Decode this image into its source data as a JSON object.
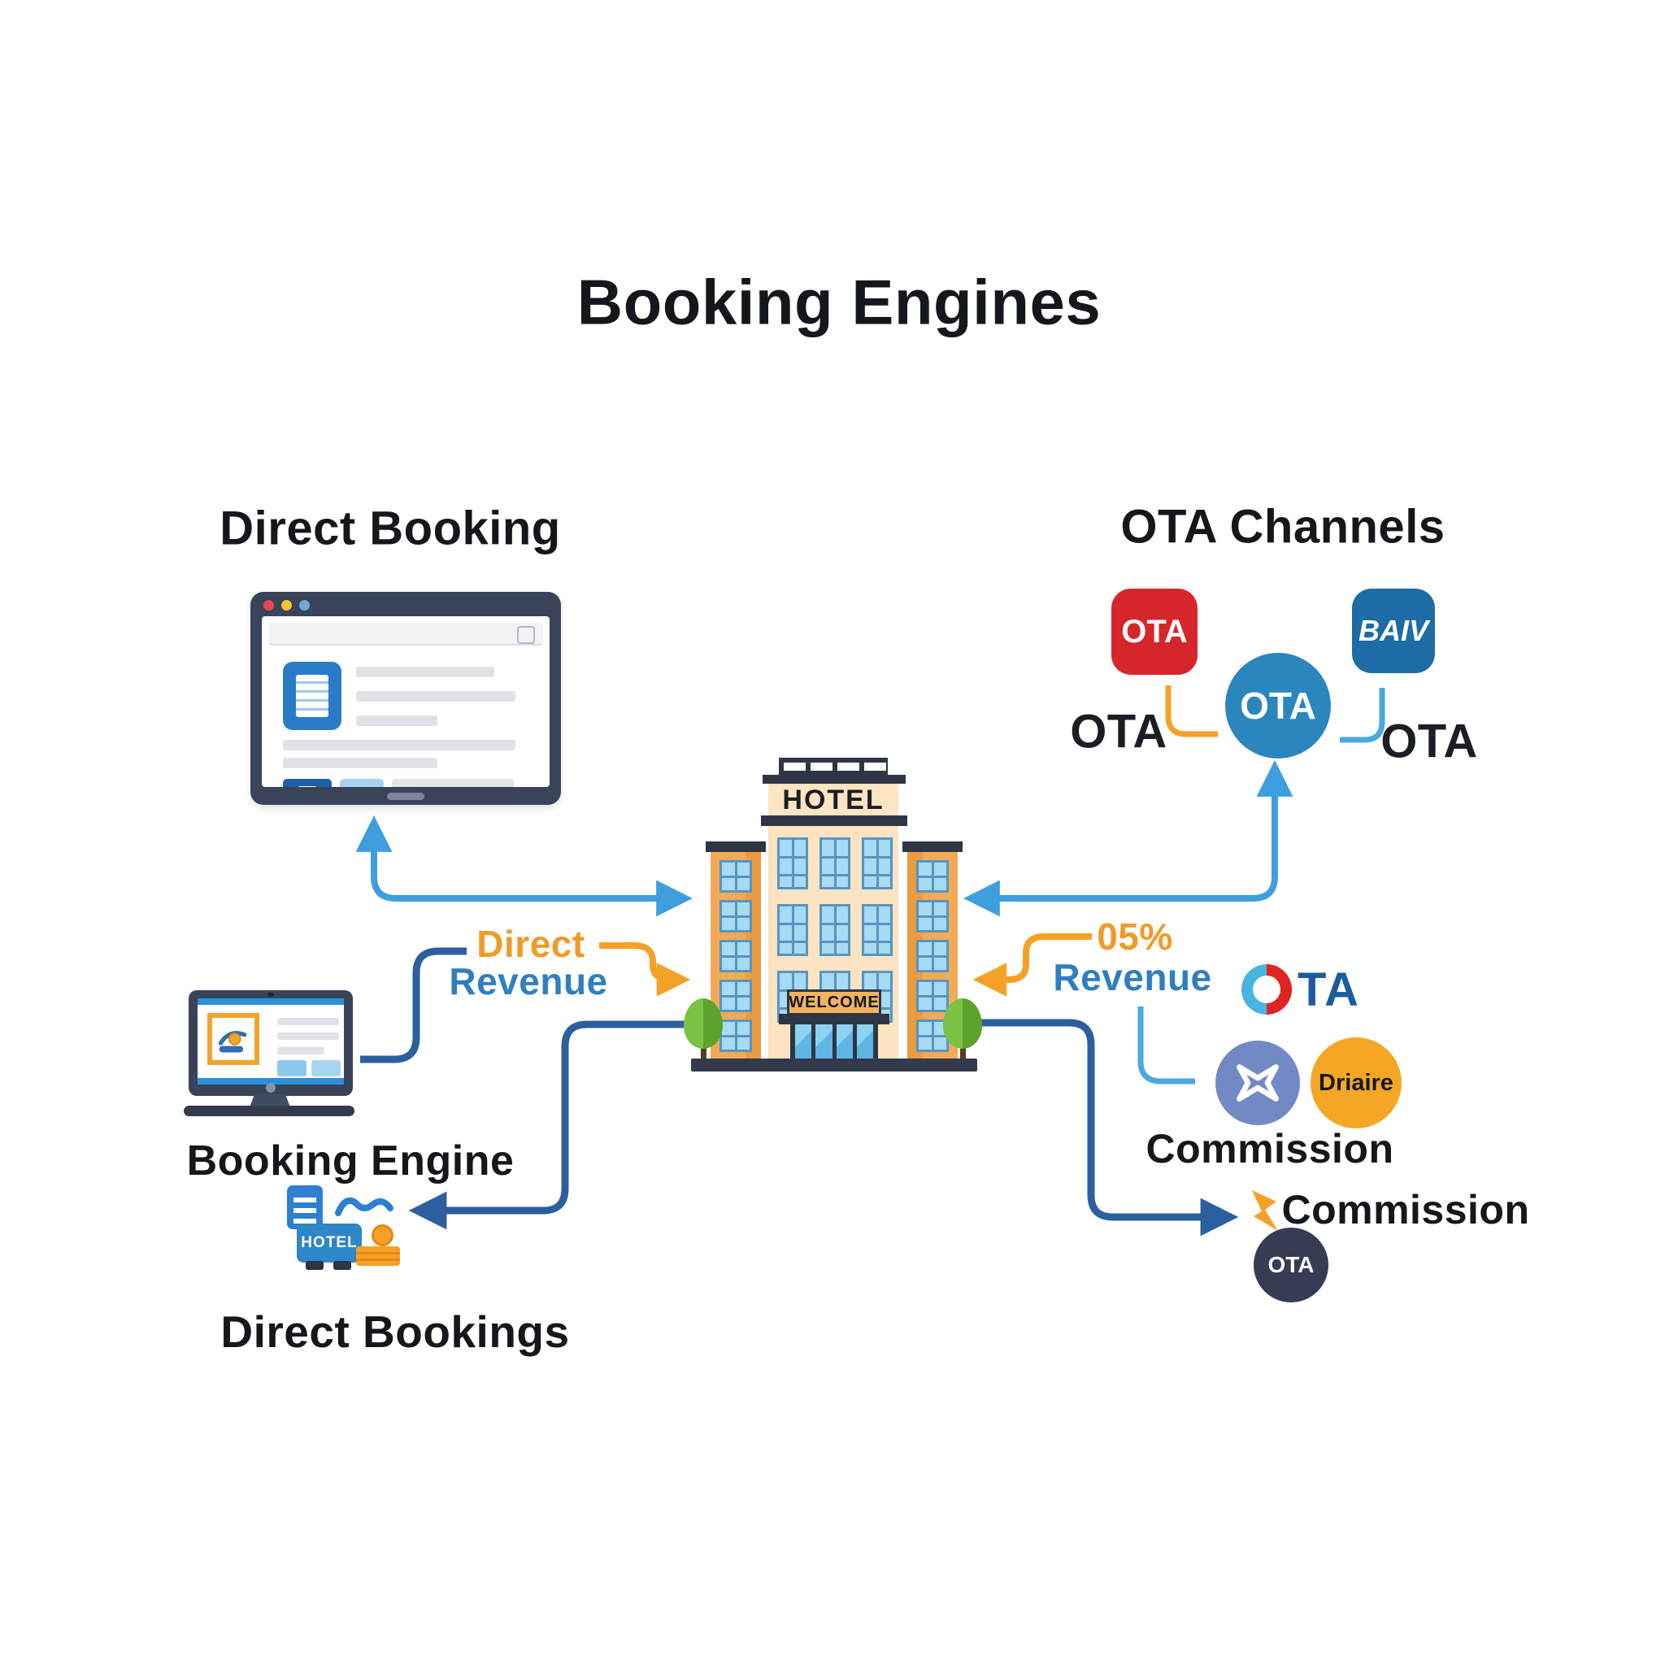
{
  "title": "Booking Engines",
  "left": {
    "heading": "Direct Booking",
    "monitor_caption": "Booking Engine",
    "truck_label": "HOTEL",
    "bookings_caption": "Direct Bookings"
  },
  "hotel": {
    "sign": "HOTEL",
    "welcome": "WELCOME"
  },
  "right": {
    "heading": "OTA Channels",
    "tile_red": "OTA",
    "tile_circle": "OTA",
    "tile_square": "BAIV",
    "text_left": "OTA",
    "text_right": "OTA"
  },
  "flows": {
    "direct_line1": "Direct",
    "direct_line2": "Revenue",
    "ota_line1": "05%",
    "ota_line2": "Revenue",
    "commission_upper": "Commission",
    "commission_lower": "Commission",
    "ota_logo_suffix": "TA",
    "ota_dark_circle": "OTA",
    "partner_circle": "Driaire"
  },
  "colors": {
    "light_blue_arrow": "#3f9edd",
    "dark_blue_arrow": "#2d5f9f",
    "orange_arrow": "#f5a127",
    "red_tile": "#d6262c",
    "blue_circle": "#2b86be",
    "steel_tile": "#1d6ca5",
    "navy_circle": "#363c54",
    "purple_circle": "#7289c6",
    "orange_circle": "#f5a623",
    "hotel_wall": "#fce3c2",
    "hotel_wing": "#f2aa56"
  }
}
